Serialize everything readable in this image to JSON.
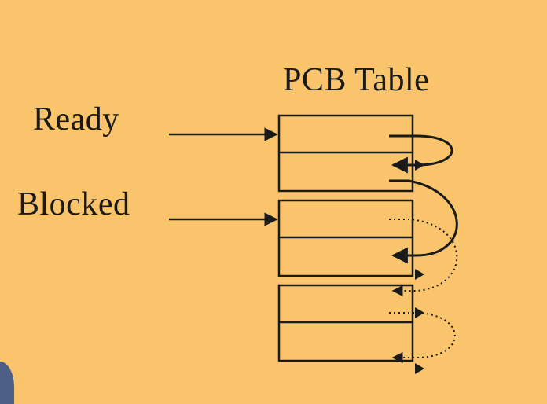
{
  "diagram": {
    "title": "PCB Table",
    "queues": {
      "ready_label": "Ready",
      "blocked_label": "Blocked"
    }
  },
  "colors": {
    "background": "#F9C46B",
    "ink": "#1a1a1a",
    "corner": "#4d5e84"
  }
}
